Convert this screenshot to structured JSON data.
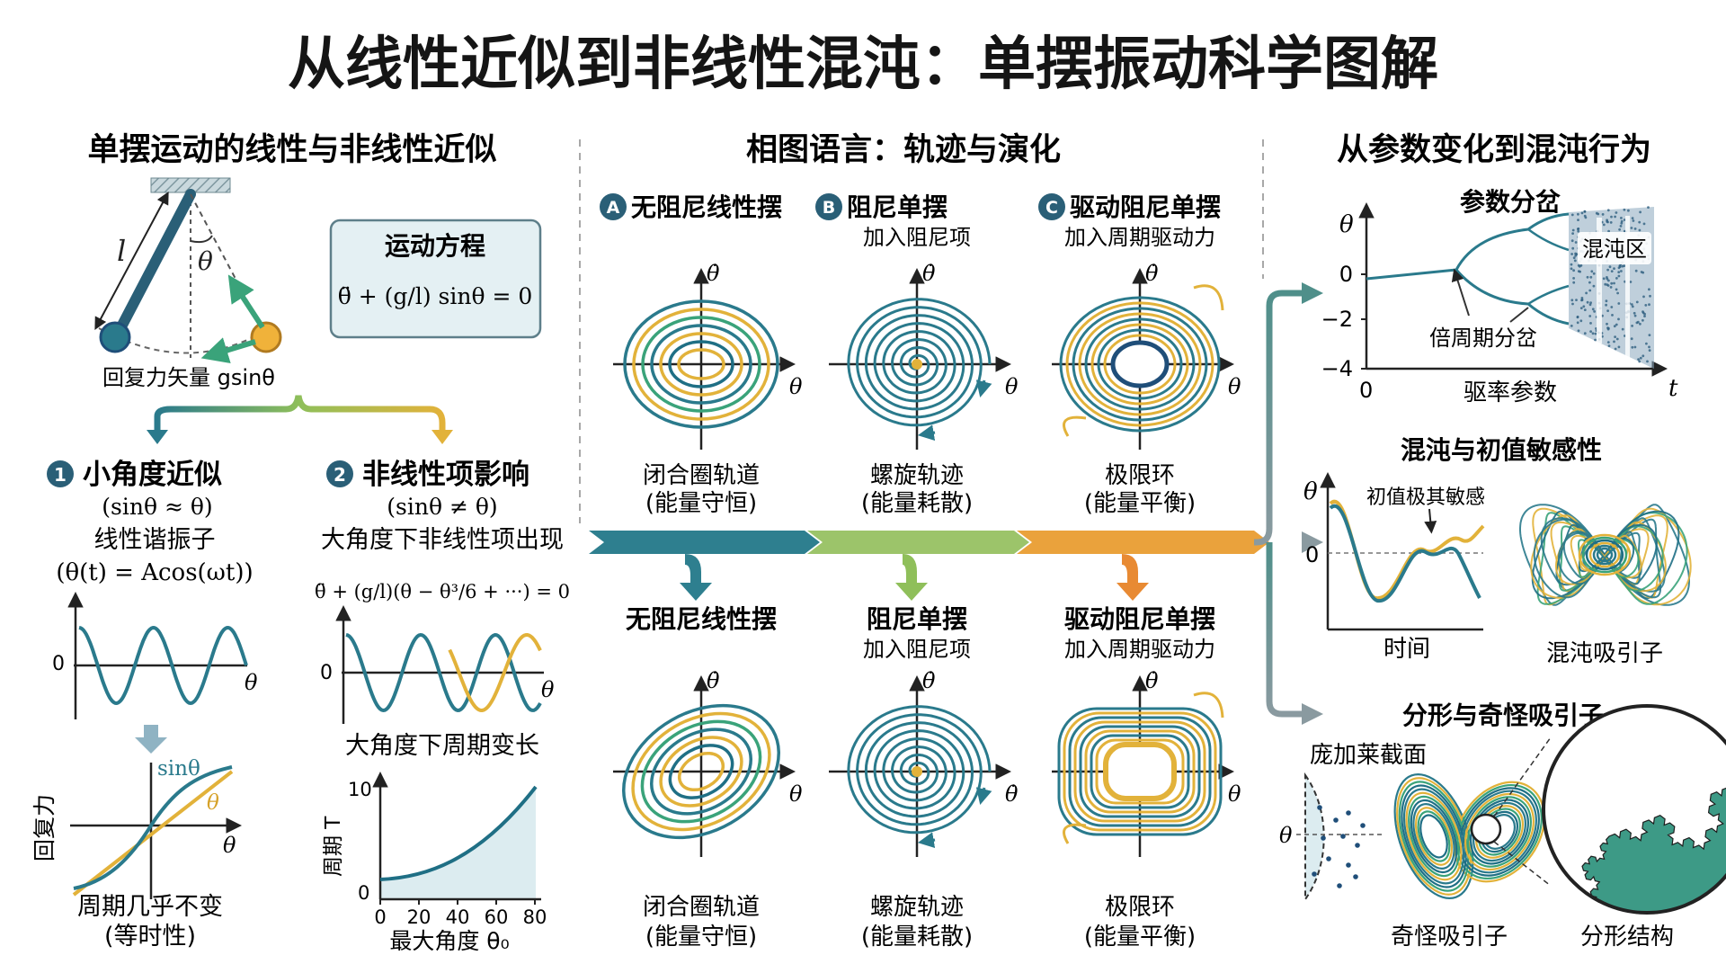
{
  "main_title": "从线性近似到非线性混沌：单摆振动科学图解",
  "colors": {
    "teal": "#2a7a8c",
    "navy": "#1f4e79",
    "gold": "#e2b23a",
    "green": "#3aa37a",
    "orange": "#e88a33",
    "light": "#dcecf0"
  },
  "left": {
    "heading": "单摆运动的线性与非线性近似",
    "pendulum": {
      "l": "l",
      "theta": "θ",
      "force_caption": "回复力矢量 gsinθ"
    },
    "equation_box": {
      "title": "运动方程",
      "eq": "θ̈ + (g/l) sinθ = 0"
    },
    "small": {
      "num": "1",
      "title": "小角度近似",
      "cond": "(sinθ ≈ θ)",
      "desc": "线性谐振子",
      "formula": "(θ(t) = Acos(ωt))",
      "plot": {
        "y0": "0",
        "xlabel": "θ"
      },
      "compare": {
        "ylabel": "回复力",
        "sin": "sinθ",
        "lin": "θ",
        "xlabel": "θ"
      },
      "caption1": "周期几乎不变",
      "caption2": "(等时性)"
    },
    "nonlin": {
      "num": "2",
      "title": "非线性项影响",
      "cond": "(sinθ ≠ θ)",
      "desc": "大角度下非线性项出现",
      "formula": "θ̈ + (g/l)(θ − θ³/6 + ···) = 0",
      "plot": {
        "y0": "0",
        "xlabel": "θ"
      },
      "period_caption": "大角度下周期变长",
      "period_plot": {
        "ylabel": "周期 T",
        "y_top": "10",
        "y_bot": "0",
        "xticks": [
          "0",
          "20",
          "40",
          "60",
          "80"
        ],
        "xlabel": "最大角度 θ₀"
      }
    }
  },
  "middle": {
    "heading": "相图语言：轨迹与演化",
    "top_row": [
      {
        "badge": "A",
        "title": "无阻尼线性摆",
        "sub": "",
        "cap1": "闭合圈轨道",
        "cap2": "(能量守恒)",
        "xlabel": "θ",
        "ylabel": "θ̇"
      },
      {
        "badge": "B",
        "title": "阻尼单摆",
        "sub": "加入阻尼项",
        "cap1": "螺旋轨迹",
        "cap2": "(能量耗散)",
        "xlabel": "θ",
        "ylabel": "θ̇"
      },
      {
        "badge": "C",
        "title": "驱动阻尼单摆",
        "sub": "加入周期驱动力",
        "cap1": "极限环",
        "cap2": "(能量平衡)",
        "xlabel": "θ",
        "ylabel": "θ̇"
      }
    ],
    "bottom_row": [
      {
        "title": "无阻尼线性摆",
        "sub": "",
        "cap1": "闭合圈轨道",
        "cap2": "(能量守恒)",
        "xlabel": "θ",
        "ylabel": "θ̇"
      },
      {
        "title": "阻尼单摆",
        "sub": "加入阻尼项",
        "cap1": "螺旋轨迹",
        "cap2": "(能量耗散)",
        "xlabel": "θ̇",
        "ylabel": "θ̇"
      },
      {
        "title": "驱动阻尼单摆",
        "sub": "加入周期驱动力",
        "cap1": "极限环",
        "cap2": "(能量平衡)",
        "xlabel": "θ",
        "ylabel": "θ̇"
      }
    ]
  },
  "right": {
    "heading": "从参数变化到混沌行为",
    "bifurcation": {
      "title": "参数分岔",
      "ylabel": "θ",
      "yticks": [
        "0",
        "−2",
        "−4"
      ],
      "x0": "0",
      "xend": "t",
      "xlabel": "驱率参数",
      "label_double": "倍周期分岔",
      "label_chaos": "混沌区"
    },
    "sensitivity": {
      "title": "混沌与初值敏感性",
      "ylabel": "θ",
      "y0": "0",
      "annot": "初值极其敏感",
      "xlabel": "时间",
      "attractor_caption": "混沌吸引子"
    },
    "fractal": {
      "title": "分形与奇怪吸引子",
      "poincare": "庞加莱截面",
      "theta": "θ",
      "strange": "奇怪吸引子",
      "structure": "分形结构"
    }
  }
}
